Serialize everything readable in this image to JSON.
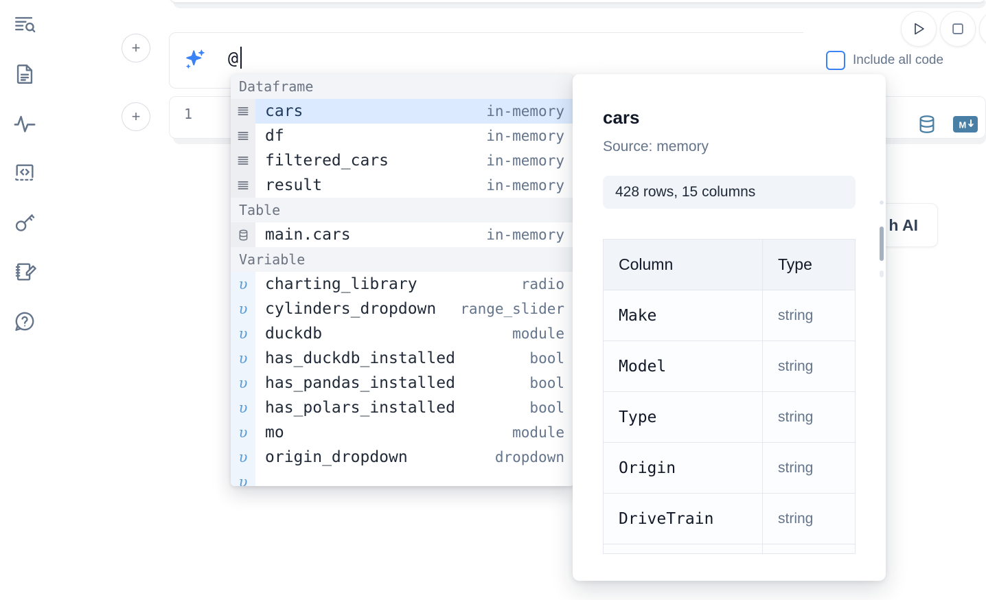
{
  "sidebar": {
    "items": [
      {
        "name": "outline-search-icon",
        "label": "Outline"
      },
      {
        "name": "file-document-icon",
        "label": "Notebook file"
      },
      {
        "name": "activity-pulse-icon",
        "label": "Activity"
      },
      {
        "name": "code-snippet-icon",
        "label": "Snippets"
      },
      {
        "name": "key-secret-icon",
        "label": "Secrets"
      },
      {
        "name": "scratchpad-edit-icon",
        "label": "Scratchpad"
      },
      {
        "name": "help-question-icon",
        "label": "Help"
      }
    ]
  },
  "toolbar": {
    "run_label": "Run",
    "stop_label": "Stop",
    "more_label": "More",
    "include_all_code_label": "Include all code",
    "include_all_code_checked": false
  },
  "prompt": {
    "icon": "ai-sparkle-icon",
    "value": "@",
    "add_cell_label": "+"
  },
  "code_cell": {
    "line_number": "1",
    "database_icon_label": "Database",
    "markdown_icon_label": "Markdown"
  },
  "ai_card": {
    "label": "h AI"
  },
  "autocomplete": {
    "groups": [
      {
        "label": "Dataframe",
        "items": [
          {
            "icon": "dataframe-rows-icon",
            "name": "cars",
            "type": "in-memory",
            "selected": true
          },
          {
            "icon": "dataframe-rows-icon",
            "name": "df",
            "type": "in-memory",
            "selected": false
          },
          {
            "icon": "dataframe-rows-icon",
            "name": "filtered_cars",
            "type": "in-memory",
            "selected": false
          },
          {
            "icon": "dataframe-rows-icon",
            "name": "result",
            "type": "in-memory",
            "selected": false
          }
        ]
      },
      {
        "label": "Table",
        "items": [
          {
            "icon": "database-table-icon",
            "name": "main.cars",
            "type": "in-memory",
            "selected": false
          }
        ]
      },
      {
        "label": "Variable",
        "items": [
          {
            "icon": "variable-icon",
            "name": "charting_library",
            "type": "radio",
            "selected": false
          },
          {
            "icon": "variable-icon",
            "name": "cylinders_dropdown",
            "type": "range_slider",
            "selected": false
          },
          {
            "icon": "variable-icon",
            "name": "duckdb",
            "type": "module",
            "selected": false
          },
          {
            "icon": "variable-icon",
            "name": "has_duckdb_installed",
            "type": "bool",
            "selected": false
          },
          {
            "icon": "variable-icon",
            "name": "has_pandas_installed",
            "type": "bool",
            "selected": false
          },
          {
            "icon": "variable-icon",
            "name": "has_polars_installed",
            "type": "bool",
            "selected": false
          },
          {
            "icon": "variable-icon",
            "name": "mo",
            "type": "module",
            "selected": false
          },
          {
            "icon": "variable-icon",
            "name": "origin_dropdown",
            "type": "dropdown",
            "selected": false
          }
        ]
      }
    ]
  },
  "preview": {
    "title": "cars",
    "source": "Source: memory",
    "shape": "428 rows, 15 columns",
    "columns_header": "Column",
    "type_header": "Type",
    "rows": [
      {
        "column": "Make",
        "type": "string"
      },
      {
        "column": "Model",
        "type": "string"
      },
      {
        "column": "Type",
        "type": "string"
      },
      {
        "column": "Origin",
        "type": "string"
      },
      {
        "column": "DriveTrain",
        "type": "string"
      }
    ]
  },
  "colors": {
    "accent_blue": "#3b82f6",
    "selection_blue": "#dbeafe",
    "muted_text": "#64748b",
    "icon_slate": "#64748b",
    "cell_icon_blue": "#4a7fa5"
  }
}
